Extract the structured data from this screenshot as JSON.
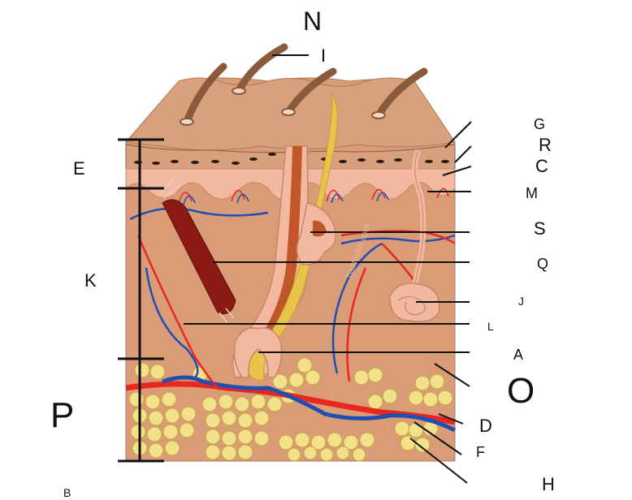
{
  "labels": {
    "N": "N",
    "I": "I",
    "G": "G",
    "R": "R",
    "C": "C",
    "M": "M",
    "S": "S",
    "Q": "Q",
    "J": "J",
    "L": "L",
    "A": "A",
    "O": "O",
    "D": "D",
    "F": "F",
    "H": "H",
    "E": "E",
    "K": "K",
    "P": "P",
    "B": "B"
  },
  "watermark": "hairfinder.com",
  "colors": {
    "epidermis": "#d9a07a",
    "papillary": "#f2b9a0",
    "dermis": "#d99c77",
    "fat": "#f3e08a",
    "artery": "#e8281e",
    "vein": "#1f4fb0",
    "hair": "#e8c44a",
    "muscle": "#8b1a14"
  }
}
